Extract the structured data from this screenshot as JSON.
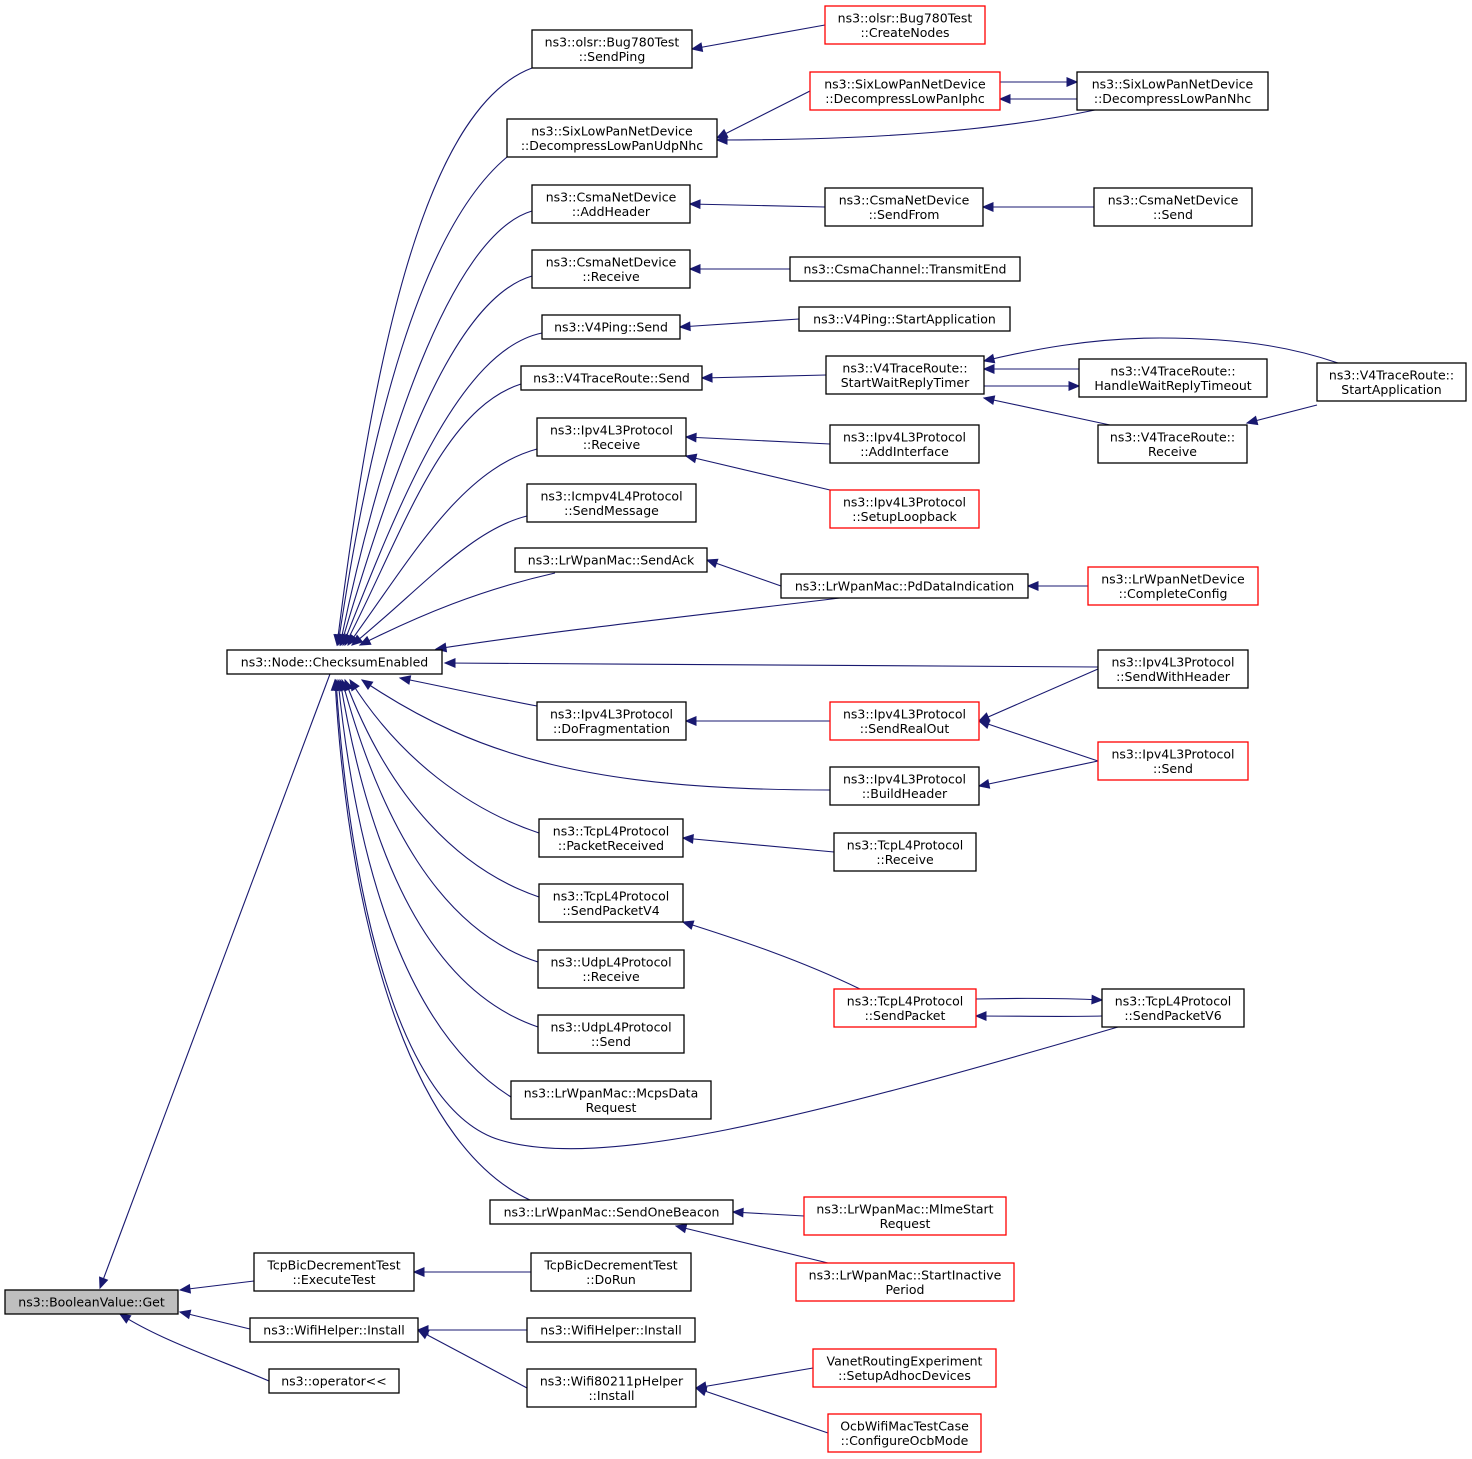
{
  "graph": {
    "nodes": [
      {
        "id": "root",
        "lines": [
          "ns3::BooleanValue::Get"
        ],
        "style": "root"
      },
      {
        "id": "cse",
        "lines": [
          "ns3::Node::ChecksumEnabled"
        ],
        "style": "black"
      },
      {
        "id": "tbdt_exec",
        "lines": [
          "TcpBicDecrementTest",
          "::ExecuteTest"
        ],
        "style": "black"
      },
      {
        "id": "wifi_install",
        "lines": [
          "ns3::WifiHelper::Install"
        ],
        "style": "black"
      },
      {
        "id": "opshift",
        "lines": [
          "ns3::operator<<"
        ],
        "style": "black"
      },
      {
        "id": "olsr_sendping",
        "lines": [
          "ns3::olsr::Bug780Test",
          "::SendPing"
        ],
        "style": "black"
      },
      {
        "id": "sixlow_udpnhc",
        "lines": [
          "ns3::SixLowPanNetDevice",
          "::DecompressLowPanUdpNhc"
        ],
        "style": "black"
      },
      {
        "id": "csma_addheader",
        "lines": [
          "ns3::CsmaNetDevice",
          "::AddHeader"
        ],
        "style": "black"
      },
      {
        "id": "csma_receive",
        "lines": [
          "ns3::CsmaNetDevice",
          "::Receive"
        ],
        "style": "black"
      },
      {
        "id": "v4ping_send",
        "lines": [
          "ns3::V4Ping::Send"
        ],
        "style": "black"
      },
      {
        "id": "v4tr_send",
        "lines": [
          "ns3::V4TraceRoute::Send"
        ],
        "style": "black"
      },
      {
        "id": "ipv4_receive",
        "lines": [
          "ns3::Ipv4L3Protocol",
          "::Receive"
        ],
        "style": "black"
      },
      {
        "id": "icmp_sendmsg",
        "lines": [
          "ns3::Icmpv4L4Protocol",
          "::SendMessage"
        ],
        "style": "black"
      },
      {
        "id": "lrmac_sendack",
        "lines": [
          "ns3::LrWpanMac::SendAck"
        ],
        "style": "black"
      },
      {
        "id": "ipv4_dofrag",
        "lines": [
          "ns3::Ipv4L3Protocol",
          "::DoFragmentation"
        ],
        "style": "black"
      },
      {
        "id": "tcp_pktrecv",
        "lines": [
          "ns3::TcpL4Protocol",
          "::PacketReceived"
        ],
        "style": "black"
      },
      {
        "id": "tcp_sendv4",
        "lines": [
          "ns3::TcpL4Protocol",
          "::SendPacketV4"
        ],
        "style": "black"
      },
      {
        "id": "udp_receive",
        "lines": [
          "ns3::UdpL4Protocol",
          "::Receive"
        ],
        "style": "black"
      },
      {
        "id": "udp_send",
        "lines": [
          "ns3::UdpL4Protocol",
          "::Send"
        ],
        "style": "black"
      },
      {
        "id": "lrmac_mcps",
        "lines": [
          "ns3::LrWpanMac::McpsData",
          "Request"
        ],
        "style": "black"
      },
      {
        "id": "lrmac_beacon",
        "lines": [
          "ns3::LrWpanMac::SendOneBeacon"
        ],
        "style": "black"
      },
      {
        "id": "tbdt_dorun",
        "lines": [
          "TcpBicDecrementTest",
          "::DoRun"
        ],
        "style": "black"
      },
      {
        "id": "wifi_install2",
        "lines": [
          "ns3::WifiHelper::Install"
        ],
        "style": "black"
      },
      {
        "id": "wifi80211p",
        "lines": [
          "ns3::Wifi80211pHelper",
          "::Install"
        ],
        "style": "black"
      },
      {
        "id": "olsr_createnodes",
        "lines": [
          "ns3::olsr::Bug780Test",
          "::CreateNodes"
        ],
        "style": "red"
      },
      {
        "id": "sixlow_iphc",
        "lines": [
          "ns3::SixLowPanNetDevice",
          "::DecompressLowPanIphc"
        ],
        "style": "red"
      },
      {
        "id": "sixlow_nhc",
        "lines": [
          "ns3::SixLowPanNetDevice",
          "::DecompressLowPanNhc"
        ],
        "style": "black"
      },
      {
        "id": "csma_sendfrom",
        "lines": [
          "ns3::CsmaNetDevice",
          "::SendFrom"
        ],
        "style": "black"
      },
      {
        "id": "csma_send",
        "lines": [
          "ns3::CsmaNetDevice",
          "::Send"
        ],
        "style": "black"
      },
      {
        "id": "csmach_txend",
        "lines": [
          "ns3::CsmaChannel::TransmitEnd"
        ],
        "style": "black"
      },
      {
        "id": "v4ping_start",
        "lines": [
          "ns3::V4Ping::StartApplication"
        ],
        "style": "black"
      },
      {
        "id": "v4tr_swrt",
        "lines": [
          "ns3::V4TraceRoute::",
          "StartWaitReplyTimer"
        ],
        "style": "black"
      },
      {
        "id": "v4tr_hwrt",
        "lines": [
          "ns3::V4TraceRoute::",
          "HandleWaitReplyTimeout"
        ],
        "style": "black"
      },
      {
        "id": "v4tr_start",
        "lines": [
          "ns3::V4TraceRoute::",
          "StartApplication"
        ],
        "style": "black"
      },
      {
        "id": "v4tr_receive",
        "lines": [
          "ns3::V4TraceRoute::",
          "Receive"
        ],
        "style": "black"
      },
      {
        "id": "ipv4_addif",
        "lines": [
          "ns3::Ipv4L3Protocol",
          "::AddInterface"
        ],
        "style": "black"
      },
      {
        "id": "ipv4_loopback",
        "lines": [
          "ns3::Ipv4L3Protocol",
          "::SetupLoopback"
        ],
        "style": "red"
      },
      {
        "id": "lrmac_pddata",
        "lines": [
          "ns3::LrWpanMac::PdDataIndication"
        ],
        "style": "black"
      },
      {
        "id": "lrnet_complete",
        "lines": [
          "ns3::LrWpanNetDevice",
          "::CompleteConfig"
        ],
        "style": "red"
      },
      {
        "id": "ipv4_sendwithhdr",
        "lines": [
          "ns3::Ipv4L3Protocol",
          "::SendWithHeader"
        ],
        "style": "black"
      },
      {
        "id": "ipv4_sendrealout",
        "lines": [
          "ns3::Ipv4L3Protocol",
          "::SendRealOut"
        ],
        "style": "red"
      },
      {
        "id": "ipv4_send",
        "lines": [
          "ns3::Ipv4L3Protocol",
          "::Send"
        ],
        "style": "red"
      },
      {
        "id": "ipv4_buildhdr",
        "lines": [
          "ns3::Ipv4L3Protocol",
          "::BuildHeader"
        ],
        "style": "black"
      },
      {
        "id": "tcp_receive",
        "lines": [
          "ns3::TcpL4Protocol",
          "::Receive"
        ],
        "style": "black"
      },
      {
        "id": "tcp_sendpacket",
        "lines": [
          "ns3::TcpL4Protocol",
          "::SendPacket"
        ],
        "style": "red"
      },
      {
        "id": "tcp_sendv6",
        "lines": [
          "ns3::TcpL4Protocol",
          "::SendPacketV6"
        ],
        "style": "black"
      },
      {
        "id": "lrmac_mlme",
        "lines": [
          "ns3::LrWpanMac::MlmeStart",
          "Request"
        ],
        "style": "red"
      },
      {
        "id": "lrmac_inactive",
        "lines": [
          "ns3::LrWpanMac::StartInactive",
          "Period"
        ],
        "style": "red"
      },
      {
        "id": "vanet_setup",
        "lines": [
          "VanetRoutingExperiment",
          "::SetupAdhocDevices"
        ],
        "style": "red"
      },
      {
        "id": "ocb_config",
        "lines": [
          "OcbWifiMacTestCase",
          "::ConfigureOcbMode"
        ],
        "style": "red"
      }
    ],
    "edges": [
      {
        "from": "cse",
        "to": "root"
      },
      {
        "from": "tbdt_exec",
        "to": "root"
      },
      {
        "from": "wifi_install",
        "to": "root"
      },
      {
        "from": "opshift",
        "to": "root"
      },
      {
        "from": "olsr_sendping",
        "to": "cse"
      },
      {
        "from": "sixlow_udpnhc",
        "to": "cse"
      },
      {
        "from": "csma_addheader",
        "to": "cse"
      },
      {
        "from": "csma_receive",
        "to": "cse"
      },
      {
        "from": "v4ping_send",
        "to": "cse"
      },
      {
        "from": "v4tr_send",
        "to": "cse"
      },
      {
        "from": "ipv4_receive",
        "to": "cse"
      },
      {
        "from": "icmp_sendmsg",
        "to": "cse"
      },
      {
        "from": "lrmac_sendack",
        "to": "cse"
      },
      {
        "from": "lrmac_pddata",
        "to": "cse"
      },
      {
        "from": "ipv4_sendwithhdr",
        "to": "cse"
      },
      {
        "from": "ipv4_dofrag",
        "to": "cse"
      },
      {
        "from": "ipv4_buildhdr",
        "to": "cse"
      },
      {
        "from": "tcp_pktrecv",
        "to": "cse"
      },
      {
        "from": "tcp_sendv4",
        "to": "cse"
      },
      {
        "from": "udp_receive",
        "to": "cse"
      },
      {
        "from": "udp_send",
        "to": "cse"
      },
      {
        "from": "lrmac_mcps",
        "to": "cse"
      },
      {
        "from": "tcp_sendv6",
        "to": "cse"
      },
      {
        "from": "lrmac_beacon",
        "to": "cse"
      },
      {
        "from": "olsr_createnodes",
        "to": "olsr_sendping"
      },
      {
        "from": "sixlow_iphc",
        "to": "sixlow_udpnhc"
      },
      {
        "from": "sixlow_nhc",
        "to": "sixlow_udpnhc"
      },
      {
        "from": "sixlow_iphc",
        "to": "sixlow_nhc"
      },
      {
        "from": "sixlow_nhc",
        "to": "sixlow_iphc"
      },
      {
        "from": "csma_sendfrom",
        "to": "csma_addheader"
      },
      {
        "from": "csma_send",
        "to": "csma_sendfrom"
      },
      {
        "from": "csmach_txend",
        "to": "csma_receive"
      },
      {
        "from": "v4ping_start",
        "to": "v4ping_send"
      },
      {
        "from": "v4tr_swrt",
        "to": "v4tr_send"
      },
      {
        "from": "v4tr_hwrt",
        "to": "v4tr_swrt"
      },
      {
        "from": "v4tr_swrt",
        "to": "v4tr_hwrt"
      },
      {
        "from": "v4tr_start",
        "to": "v4tr_swrt"
      },
      {
        "from": "v4tr_receive",
        "to": "v4tr_swrt"
      },
      {
        "from": "v4tr_start",
        "to": "v4tr_receive"
      },
      {
        "from": "ipv4_addif",
        "to": "ipv4_receive"
      },
      {
        "from": "ipv4_loopback",
        "to": "ipv4_receive"
      },
      {
        "from": "lrmac_pddata",
        "to": "lrmac_sendack"
      },
      {
        "from": "lrnet_complete",
        "to": "lrmac_pddata"
      },
      {
        "from": "ipv4_sendrealout",
        "to": "ipv4_dofrag"
      },
      {
        "from": "ipv4_sendwithhdr",
        "to": "ipv4_sendrealout"
      },
      {
        "from": "ipv4_send",
        "to": "ipv4_sendrealout"
      },
      {
        "from": "ipv4_send",
        "to": "ipv4_buildhdr"
      },
      {
        "from": "tcp_receive",
        "to": "tcp_pktrecv"
      },
      {
        "from": "tcp_sendpacket",
        "to": "tcp_sendv4"
      },
      {
        "from": "tcp_sendv6",
        "to": "tcp_sendpacket"
      },
      {
        "from": "tcp_sendpacket",
        "to": "tcp_sendv6"
      },
      {
        "from": "lrmac_mlme",
        "to": "lrmac_beacon"
      },
      {
        "from": "lrmac_inactive",
        "to": "lrmac_beacon"
      },
      {
        "from": "tbdt_dorun",
        "to": "tbdt_exec"
      },
      {
        "from": "wifi_install2",
        "to": "wifi_install"
      },
      {
        "from": "wifi80211p",
        "to": "wifi_install"
      },
      {
        "from": "vanet_setup",
        "to": "wifi80211p"
      },
      {
        "from": "ocb_config",
        "to": "wifi80211p"
      }
    ]
  }
}
